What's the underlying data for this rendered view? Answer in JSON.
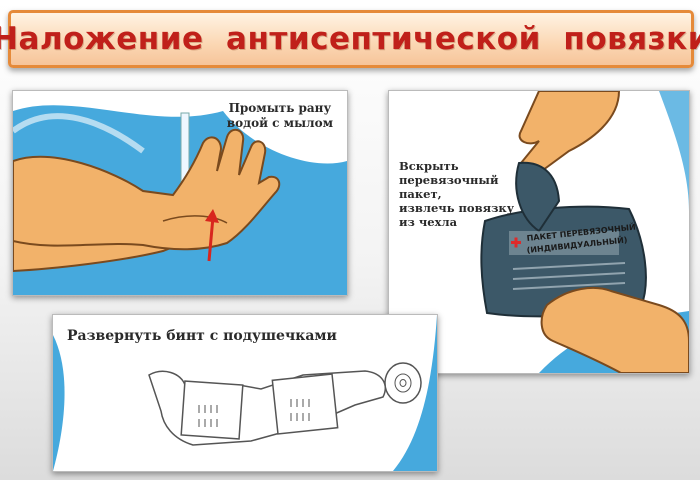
{
  "title": "Наложение  антисептической  повязки",
  "panels": {
    "wash": {
      "caption_line1": "Промыть рану",
      "caption_line2": "водой с мылом"
    },
    "open": {
      "line1": "Вскрыть",
      "line2": "перевязочный",
      "line3": "пакет,",
      "line4": "извлечь повязку",
      "line5": "из чехла",
      "package_line1": "ПАКЕТ ПЕРЕВЯЗОЧНЫЙ",
      "package_line2": "(ИНДИВИДУАЛЬНЫЙ)"
    },
    "unroll": {
      "caption": "Развернуть бинт с подушечками"
    }
  },
  "colors": {
    "title_red": "#c0201a",
    "title_border": "#e58a3a",
    "water_blue": "#46a9dd",
    "skin": "#f2b26a",
    "package": "#3c5868",
    "cross_red": "#e02a2a"
  }
}
